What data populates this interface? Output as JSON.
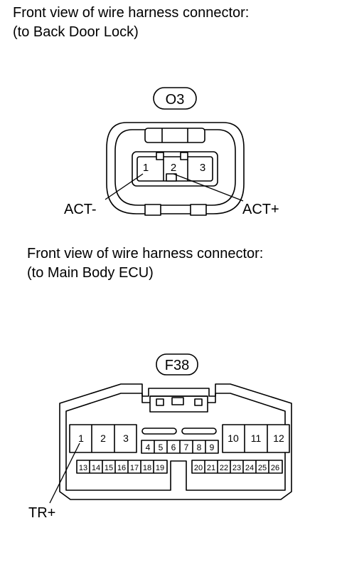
{
  "connector_1": {
    "caption_line1": "Front view of wire harness connector:",
    "caption_line2": "(to Back Door Lock)",
    "id": "O3",
    "pins": [
      "1",
      "2",
      "3"
    ],
    "label_left": "ACT-",
    "label_right": "ACT+"
  },
  "connector_2": {
    "caption_line1": "Front view of wire harness connector:",
    "caption_line2": "(to Main Body ECU)",
    "id": "F38",
    "left_pins": [
      "1",
      "2",
      "3"
    ],
    "middle_pins": [
      "4",
      "5",
      "6",
      "7",
      "8",
      "9"
    ],
    "right_pins": [
      "10",
      "11",
      "12"
    ],
    "bottom_left_pins": [
      "13",
      "14",
      "15",
      "16",
      "17",
      "18",
      "19"
    ],
    "bottom_right_pins": [
      "20",
      "21",
      "22",
      "23",
      "24",
      "25",
      "26"
    ],
    "label": "TR+"
  }
}
